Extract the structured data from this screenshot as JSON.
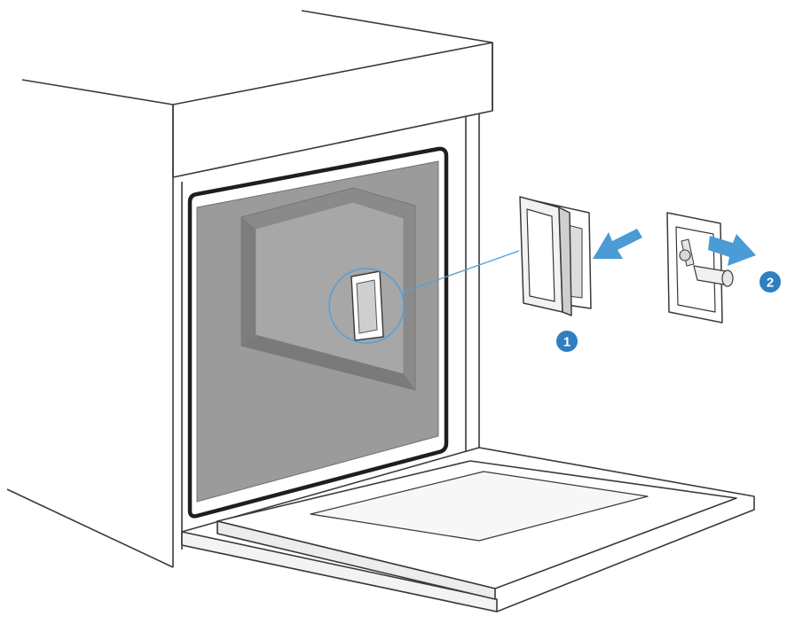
{
  "diagram": {
    "steps": [
      {
        "number": "1",
        "description": "remove-lamp-cover"
      },
      {
        "number": "2",
        "description": "remove-bulb"
      }
    ],
    "colors": {
      "line": "#3a3a3a",
      "cavity": "#9b9b9b",
      "cavity_dark": "#7a7a7a",
      "accent": "#2f7fc1",
      "arrow": "#4a9bd6",
      "callout": "#5a9fd4"
    },
    "icons": [
      "lamp-cover-icon",
      "bulb-socket-icon",
      "arrow-icon"
    ]
  }
}
